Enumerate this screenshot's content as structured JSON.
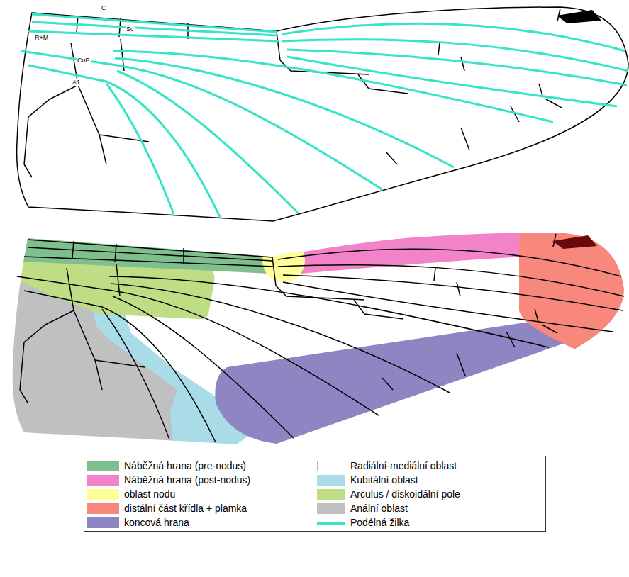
{
  "diagram": {
    "labels": [
      "C",
      "Sc",
      "R+M",
      "CuP",
      "A1"
    ],
    "legend": [
      {
        "text": "Náběžná hrana (pre-nodus)",
        "color": "#7fbf8e"
      },
      {
        "text": "Radiální-mediální oblast",
        "color": "#ffffff"
      },
      {
        "text": "Náběžná hrana (post-nodus)",
        "color": "#f283c9"
      },
      {
        "text": "Kubitální oblast",
        "color": "#a9dce6"
      },
      {
        "text": "oblast nodu",
        "color": "#ffff99"
      },
      {
        "text": "Arculus / diskoidální pole",
        "color": "#bfdd85"
      },
      {
        "text": "distální část křídla + plamka",
        "color": "#f8877c"
      },
      {
        "text": "Anální oblast",
        "color": "#c0c0c0"
      },
      {
        "text": "koncová hrana",
        "color": "#8e85c3"
      },
      {
        "text": "Podélná žilka"
      }
    ]
  }
}
